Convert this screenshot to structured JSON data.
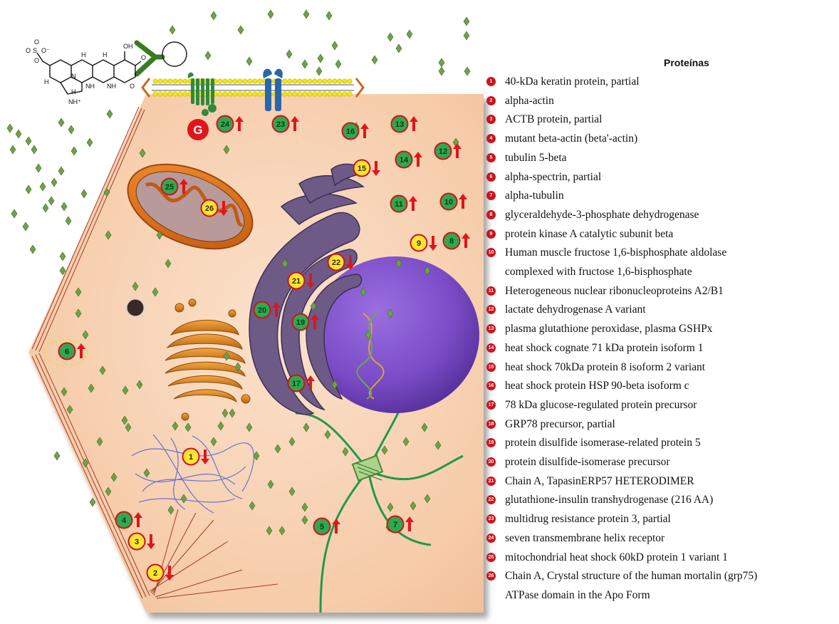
{
  "legend_title": "Proteínas",
  "proteins": [
    {
      "num": "1",
      "lines": [
        "40-kDa keratin protein, partial"
      ]
    },
    {
      "num": "2",
      "lines": [
        "alpha-actin"
      ]
    },
    {
      "num": "3",
      "lines": [
        "ACTB protein, partial"
      ]
    },
    {
      "num": "4",
      "lines": [
        "mutant beta-actin (beta'-actin)"
      ]
    },
    {
      "num": "5",
      "lines": [
        "tubulin 5-beta"
      ]
    },
    {
      "num": "6",
      "lines": [
        "alpha-spectrin, partial"
      ]
    },
    {
      "num": "7",
      "lines": [
        "alpha-tubulin"
      ]
    },
    {
      "num": "8",
      "lines": [
        "glyceraldehyde-3-phosphate dehydrogenase"
      ]
    },
    {
      "num": "9",
      "lines": [
        "protein kinase A catalytic subunit beta"
      ]
    },
    {
      "num": "10",
      "lines": [
        "Human muscle fructose 1,6-bisphosphate aldolase",
        "complexed with fructose 1,6-bisphosphate"
      ]
    },
    {
      "num": "11",
      "lines": [
        "Heterogeneous nuclear ribonucleoproteins A2/B1"
      ]
    },
    {
      "num": "12",
      "lines": [
        "lactate dehydrogenase A variant"
      ]
    },
    {
      "num": "13",
      "lines": [
        "plasma glutathione peroxidase, plasma GSHPx"
      ]
    },
    {
      "num": "14",
      "lines": [
        "heat shock cognate 71 kDa protein isoform 1"
      ]
    },
    {
      "num": "15",
      "lines": [
        "heat shock 70kDa protein 8 isoform 2 variant"
      ]
    },
    {
      "num": "16",
      "lines": [
        "heat shock protein HSP 90-beta isoform c"
      ]
    },
    {
      "num": "17",
      "lines": [
        "78 kDa glucose-regulated protein precursor"
      ]
    },
    {
      "num": "18",
      "lines": [
        "GRP78 precursor, partial"
      ]
    },
    {
      "num": "19",
      "lines": [
        "protein disulfide isomerase-related protein 5"
      ]
    },
    {
      "num": "20",
      "lines": [
        "protein disulfide-isomerase precursor"
      ]
    },
    {
      "num": "21",
      "lines": [
        "Chain A, TapasinERP57 HETERODIMER"
      ]
    },
    {
      "num": "22",
      "lines": [
        "glutathione-insulin transhydrogenase (216 AA)"
      ]
    },
    {
      "num": "23",
      "lines": [
        "multidrug resistance protein 3, partial"
      ]
    },
    {
      "num": "24",
      "lines": [
        "seven transmembrane helix receptor"
      ]
    },
    {
      "num": "25",
      "lines": [
        "mitochondrial heat shock 60kD protein 1 variant 1"
      ]
    },
    {
      "num": "26",
      "lines": [
        "Chain A, Crystal structure of the human mortalin (grp75)",
        "ATPase domain in the Apo Form"
      ]
    }
  ],
  "markers": [
    {
      "num": "24",
      "kind": "green",
      "direction": "up"
    },
    {
      "num": "23",
      "kind": "green",
      "direction": "up"
    },
    {
      "num": "16",
      "kind": "green",
      "direction": "up"
    },
    {
      "num": "13",
      "kind": "green",
      "direction": "up"
    },
    {
      "num": "14",
      "kind": "green",
      "direction": "up"
    },
    {
      "num": "12",
      "kind": "green",
      "direction": "up"
    },
    {
      "num": "15",
      "kind": "yellow",
      "direction": "down"
    },
    {
      "num": "11",
      "kind": "green",
      "direction": "up"
    },
    {
      "num": "10",
      "kind": "green",
      "direction": "up"
    },
    {
      "num": "9",
      "kind": "yellow",
      "direction": "down"
    },
    {
      "num": "8",
      "kind": "green",
      "direction": "up"
    },
    {
      "num": "25",
      "kind": "green",
      "direction": "up"
    },
    {
      "num": "26",
      "kind": "yellow",
      "direction": "down"
    },
    {
      "num": "22",
      "kind": "yellow",
      "direction": "down"
    },
    {
      "num": "21",
      "kind": "yellow",
      "direction": "down"
    },
    {
      "num": "20",
      "kind": "green",
      "direction": "up"
    },
    {
      "num": "19",
      "kind": "green",
      "direction": "up"
    },
    {
      "num": "17",
      "kind": "green",
      "direction": "up"
    },
    {
      "num": "6",
      "kind": "green",
      "direction": "up"
    },
    {
      "num": "1",
      "kind": "yellow",
      "direction": "down"
    },
    {
      "num": "4",
      "kind": "green",
      "direction": "up"
    },
    {
      "num": "3",
      "kind": "yellow",
      "direction": "down"
    },
    {
      "num": "2",
      "kind": "yellow",
      "direction": "down"
    },
    {
      "num": "5",
      "kind": "green",
      "direction": "up"
    },
    {
      "num": "7",
      "kind": "green",
      "direction": "up"
    }
  ],
  "receptor_label": "G",
  "molecule_atoms": [
    "O",
    "O",
    "S",
    "O⁻",
    "O",
    "H",
    "H",
    "OH",
    "O",
    "NH",
    "NH",
    "O",
    "H",
    "N",
    "NH⁺",
    "H"
  ],
  "colors": {
    "cell_fill": "#f8d3b6",
    "nucleus": "#7d4fc9",
    "er": "#6e5a86",
    "green_marker": "#2fa84f",
    "yellow_marker": "#ffe533",
    "arrow": "#e0151b",
    "membrane_head": "#f2e619",
    "legend_bullet": "#d0121b"
  }
}
